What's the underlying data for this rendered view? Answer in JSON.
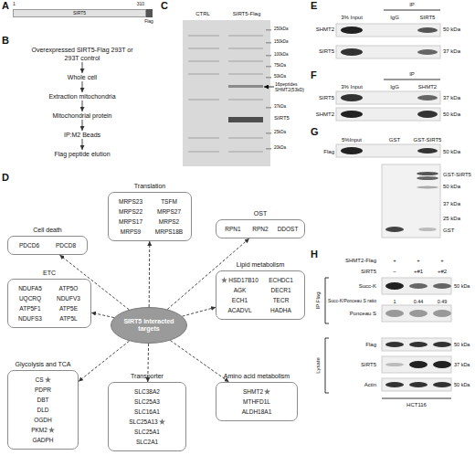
{
  "diagram": {
    "nodes": [
      {
        "text": [
          "SIRT5"
        ]
      },
      {
        "text": [
          "Overexpressed SIRT5-Flag 293T or 293T control"
        ]
      },
      {
        "text": [
          "Whole cell"
        ]
      },
      {
        "text": [
          "Extraction mitochondria"
        ]
      },
      {
        "text": [
          "Mitochondrial protein"
        ]
      },
      {
        "text": [
          "IP:M2 Beads"
        ]
      },
      {
        "text": [
          "Flag peptide elution"
        ]
      },
      {
        "text": [
          "Translation",
          "MRPS23",
          "TSFM",
          "MRPS22",
          "MRPS27",
          "MRPS17",
          "MRPS2",
          "MRPS9",
          "MRPS18B"
        ]
      },
      {
        "text": [
          "Cell death",
          "PDCD6",
          "PDCD8"
        ]
      },
      {
        "text": [
          "OST",
          "RPN1",
          "RPN2",
          "DDOST"
        ]
      },
      {
        "text": [
          "SIRT5 interacted targets"
        ]
      },
      {
        "text": [
          "ETC",
          "NDUFA5",
          "ATP5O",
          "UQCRQ",
          "NDUFV3",
          "ATP5F1",
          "ATP5E",
          "NDUFS3",
          "ATP5L"
        ]
      },
      {
        "text": [
          "Lipid metabolism",
          "HSD17B10",
          "ECHDC1",
          "AGK",
          "DECR1",
          "ECH1",
          "TECR",
          "ACADVL",
          "HADHA"
        ]
      },
      {
        "text": [
          "Glycolysis and TCA",
          "CS",
          "PDPR",
          "DBT",
          "DLD",
          "OGDH",
          "PKM2",
          "GADPH"
        ]
      },
      {
        "text": [
          "Transporter",
          "SLC38A2",
          "SLC25A3",
          "SLC16A1",
          "SLC25A13",
          "SLC25A1",
          "SLC2A1"
        ]
      },
      {
        "text": [
          "Amino acid metabolism",
          "SHMT2",
          "MTHFD1L",
          "ALDH18A1"
        ]
      }
    ],
    "edges": [
      {
        "from": 1,
        "to": 2,
        "arrow": "to"
      },
      {
        "from": 2,
        "to": 3,
        "arrow": "to"
      },
      {
        "from": 3,
        "to": 4,
        "arrow": "to"
      },
      {
        "from": 4,
        "to": 5,
        "arrow": "to"
      },
      {
        "from": 5,
        "to": 6,
        "arrow": "to"
      },
      {
        "from": 10,
        "to": 7,
        "arrow": "to"
      },
      {
        "from": 10,
        "to": 8,
        "arrow": "to"
      },
      {
        "from": 10,
        "to": 9,
        "arrow": "to"
      },
      {
        "from": 10,
        "to": 11,
        "arrow": "to"
      },
      {
        "from": 10,
        "to": 12,
        "arrow": "to"
      },
      {
        "from": 10,
        "to": 13,
        "arrow": "to"
      },
      {
        "from": 10,
        "to": 14,
        "arrow": "to"
      },
      {
        "from": 10,
        "to": 15,
        "arrow": "to"
      }
    ],
    "labels": [
      "A",
      "1",
      "310",
      "Flag",
      "B",
      "C",
      "CTRL",
      "SIRT5-Flag",
      "250kDa",
      "150kDa",
      "100kDa",
      "75kDa",
      "50kDa",
      "37kDa",
      "25kDa",
      "20kDa",
      "16peptides SHMT2(53kD)",
      "SIRT5",
      "D",
      "E",
      "3% Input",
      "IP",
      "IgG",
      "SIRT5",
      "SHMT2",
      "SIRT5",
      "50 kDa",
      "37 kDa",
      "F",
      "3% Input",
      "IP",
      "IgG",
      "SHMT2",
      "SIRT5",
      "SHMT2",
      "37 kDa",
      "50 kDa",
      "G",
      "5%Input",
      "GST",
      "GST-SIRT5",
      "Flag",
      "50 kDa",
      "GST-SIRT5",
      "50 kDa",
      "37 kDa",
      "25 kDa",
      "GST",
      "H",
      "SHMT2-Flag",
      "+",
      "+",
      "+",
      "SIRT5",
      "–",
      "+#1",
      "+#2",
      "Succ-K",
      "50 kDa",
      "Succ-K/Ponceau S ratio",
      "1",
      "0.44",
      "0.49",
      "Ponceau S",
      "IP:Flag",
      "Flag",
      "50 kDa",
      "SIRT5",
      "37 kDa",
      "Actin",
      "50 kDa",
      "Lysate",
      "HCT116"
    ]
  }
}
